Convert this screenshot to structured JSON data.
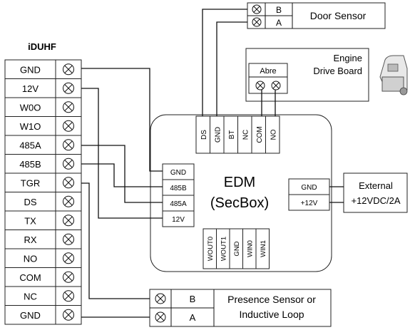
{
  "iduhf": {
    "title": "iDUHF",
    "pins": [
      "GND",
      "12V",
      "W0O",
      "W1O",
      "485A",
      "485B",
      "TGR",
      "DS",
      "TX",
      "RX",
      "NO",
      "COM",
      "NC",
      "GND"
    ]
  },
  "door_sensor": {
    "label": "Door Sensor",
    "pins": [
      "B",
      "A"
    ]
  },
  "engine": {
    "label_line1": "Engine",
    "label_line2": "Drive Board",
    "abre_label": "Abre"
  },
  "edm": {
    "title_line1": "EDM",
    "title_line2": "(SecBox)",
    "top_pins": [
      "DS",
      "GND",
      "BT",
      "NC",
      "COM",
      "NO"
    ],
    "left_pins": [
      "GND",
      "485B",
      "485A",
      "12V"
    ],
    "right_pins": [
      "GND",
      "+12V"
    ],
    "bottom_pins": [
      "WOUT0",
      "WOUT1",
      "GND",
      "WIN0",
      "WIN1"
    ]
  },
  "external": {
    "label_line1": "External",
    "label_line2": "+12VDC/2A"
  },
  "presence": {
    "label_line1": "Presence Sensor or",
    "label_line2": "Inductive Loop",
    "pins": [
      "B",
      "A"
    ]
  }
}
